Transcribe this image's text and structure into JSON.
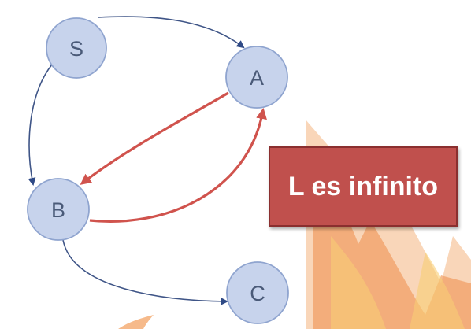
{
  "nodes": {
    "s": "S",
    "a": "A",
    "b": "B",
    "c": "C"
  },
  "callout": {
    "text": "L es infinito"
  },
  "colors": {
    "node_fill": "#c7d3ec",
    "node_stroke": "#8fa4cf",
    "edge_blue": "#3f5587",
    "edge_red": "#d0534d",
    "callout_fill": "#c0504d",
    "flame_orange": "#f08a3c",
    "flame_yellow": "#f6c45c"
  }
}
